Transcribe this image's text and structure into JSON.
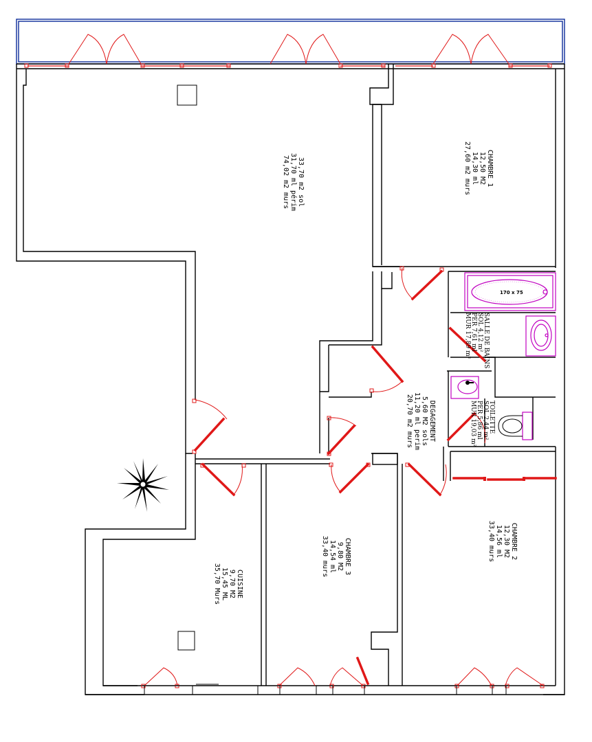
{
  "rooms": {
    "sejour": {
      "lines": [
        "33,70 m2 sol",
        "31,70 ml périm",
        "74,02 m2 murs"
      ]
    },
    "chambre1": {
      "lines": [
        "CHAMBRE 1",
        "12,50 M2",
        "14,30 ml",
        "27,60 m2 murs"
      ]
    },
    "salle_de_bains": {
      "lines": [
        "SALLE DE BAINS",
        "SOL 4,12 m²",
        "PER 7,61 ml",
        "MUR 17,89 m²"
      ],
      "bath_size": "170 x 75"
    },
    "toilette": {
      "lines": [
        "TOILETTE",
        "SOL 2,44 m²",
        "PER 5,86 ml",
        "MUR 19,03 m²"
      ]
    },
    "degagement": {
      "lines": [
        "DEGAGEMENT",
        "5,60 M2 sols",
        "11,20 ml perim",
        "20,70 m2 murs"
      ]
    },
    "cuisine": {
      "lines": [
        "CUISINE",
        "9,70 M2",
        "15,45 ML",
        "35,70 Murs"
      ]
    },
    "chambre3": {
      "lines": [
        "CHAMBRE 3",
        "9,80 M2",
        "14,54 ml",
        "33,40 murs"
      ]
    },
    "chambre2": {
      "lines": [
        "CHAMBRE 2",
        "12,30 M2",
        "14,56 ml",
        "33,40 murs"
      ]
    }
  },
  "symbols": {
    "north_star": "compass-star-icon"
  },
  "colors": {
    "wall": "#000000",
    "door": "#e01818",
    "fixture": "#c000c0",
    "balcony": "#0a2a9a"
  }
}
